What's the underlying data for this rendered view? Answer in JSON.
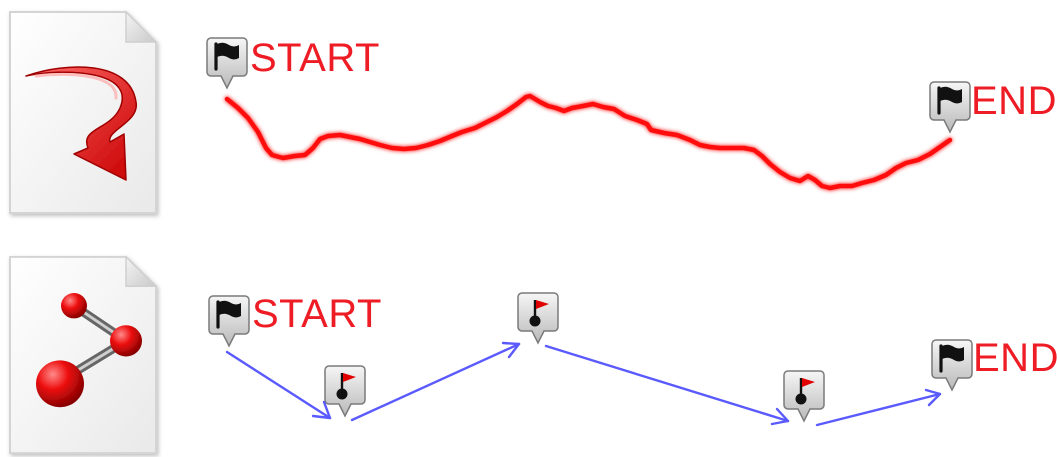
{
  "colors": {
    "track_line": "#ff1010",
    "route_arrow": "#5a5aff",
    "label_text": "#ee1c24",
    "page_bg": "#ffffff"
  },
  "icons": {
    "track_file": "red-curved-arrow-document-icon",
    "route_file": "red-linked-nodes-document-icon",
    "start_marker": "black-flag-pin-icon",
    "end_marker": "black-flag-pin-icon",
    "waypoint_marker": "red-flag-waypoint-pin-icon"
  },
  "track": {
    "start_label": "START",
    "end_label": "END"
  },
  "route": {
    "start_label": "START",
    "end_label": "END",
    "waypoint_count": 3
  }
}
